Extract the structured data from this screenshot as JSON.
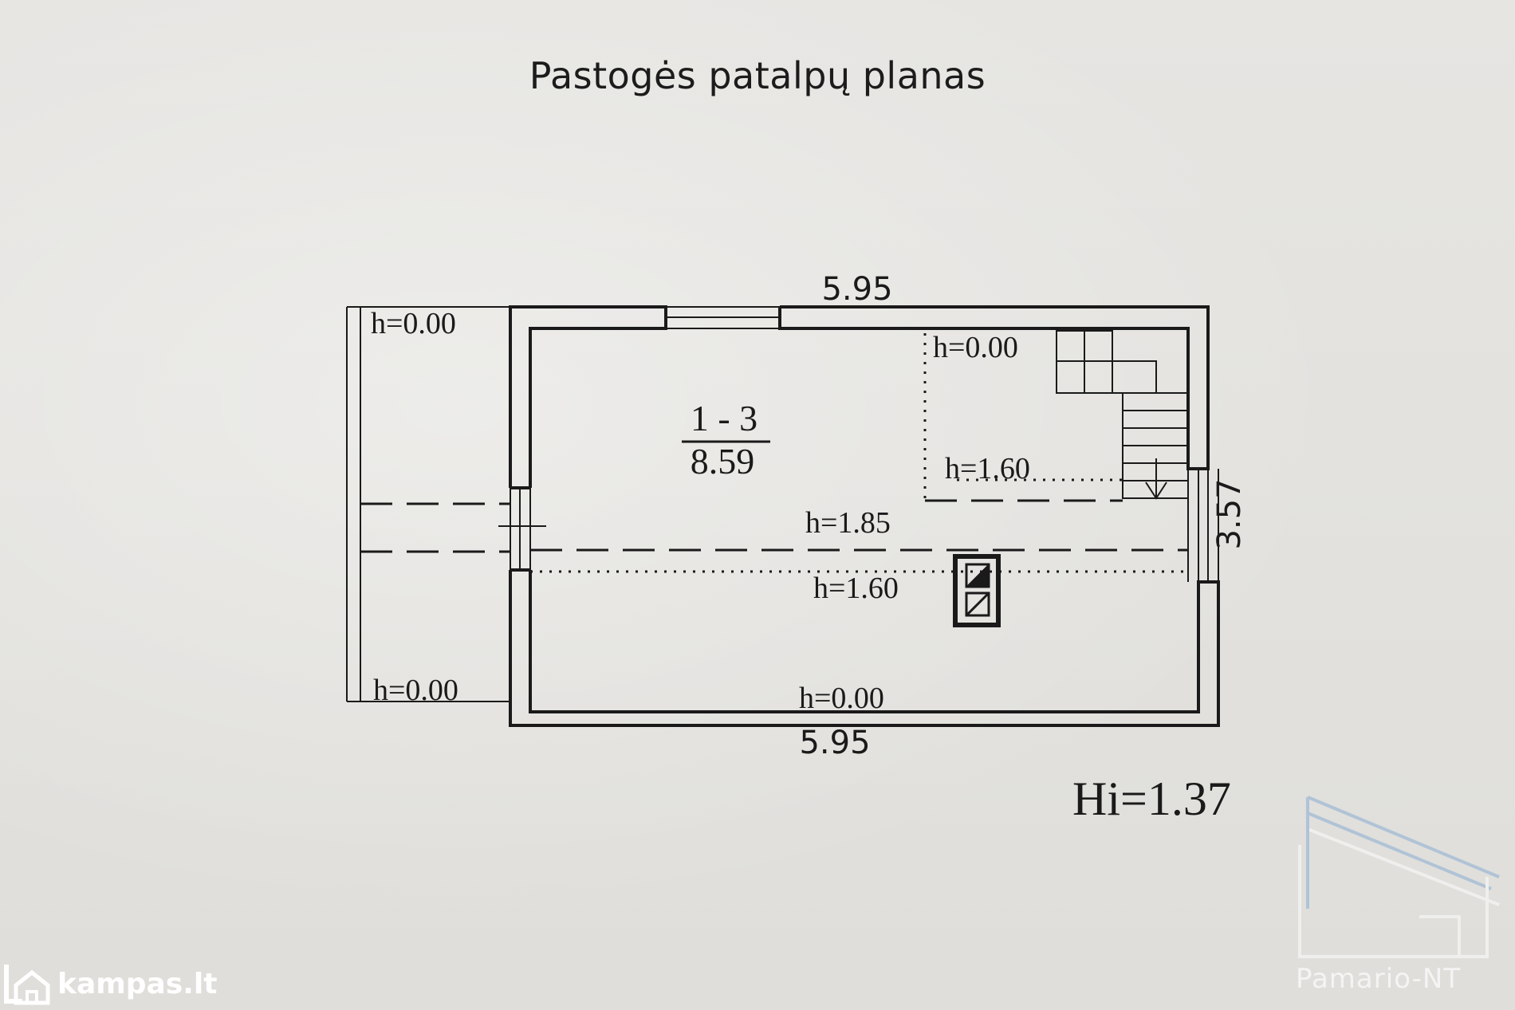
{
  "title": "Pastogės patalpų planas",
  "dimensions": {
    "top_width": "5.95",
    "bottom_width": "5.95",
    "right_depth": "3.57"
  },
  "room": {
    "number": "1 - 3",
    "area": "8.59"
  },
  "heights": {
    "left_top": "h=0.00",
    "left_bottom": "h=0.00",
    "inner_top_right": "h=0.00",
    "inner_right_mid": "h=1.60",
    "center_line": "h=1.85",
    "lower_line": "h=1.60",
    "bottom_wall": "h=0.00"
  },
  "average_height": "Hi=1.37",
  "watermarks": {
    "left_brand": "kampas.lt",
    "right_brand": "Pamario-NT"
  }
}
